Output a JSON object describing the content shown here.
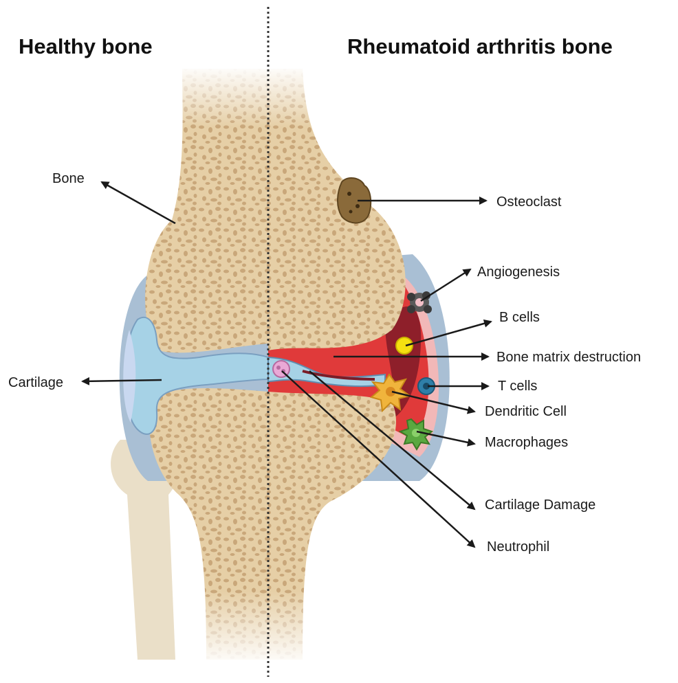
{
  "titles": {
    "left": "Healthy bone",
    "right": "Rheumatoid arthritis bone"
  },
  "labels": {
    "bone": "Bone",
    "cartilage": "Cartilage",
    "osteoclast": "Osteoclast",
    "angiogenesis": "Angiogenesis",
    "b_cells": "B cells",
    "bone_matrix_destruction": "Bone matrix destruction",
    "t_cells": "T cells",
    "dendritic_cell": "Dendritic Cell",
    "macrophages": "Macrophages",
    "cartilage_damage": "Cartilage Damage",
    "neutrophil": "Neutrophil"
  },
  "colors": {
    "bone": "#e6cfa6",
    "bone_pore": "#c9a77a",
    "capsule": "#a9bfd4",
    "cartilage": "#a6d2e6",
    "inflammation": "#e03a3a",
    "synovium": "#f2b8b8",
    "osteoclast": "#8a6a3a",
    "b_cell": "#f5e010",
    "t_cell": "#2f7fa8",
    "dendritic_cell": "#f0b43c",
    "macrophage": "#5aa840",
    "neutrophil": "#e9a8d6"
  }
}
